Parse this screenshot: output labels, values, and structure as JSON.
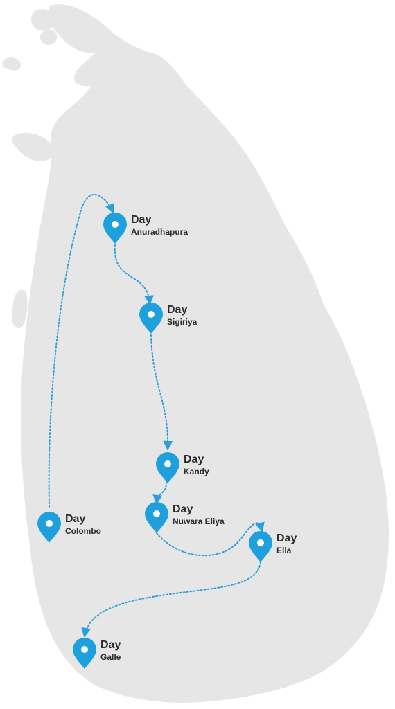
{
  "colors": {
    "land": "#e6e6e6",
    "route": "#2a9fd9",
    "pin": "#1ea0dc",
    "pin_hole": "#ffffff",
    "text": "#2b2b2b"
  },
  "icon": "map-pin-icon",
  "stops": [
    {
      "id": "anuradhapura",
      "day": "Day",
      "name": "Anuradhapura"
    },
    {
      "id": "sigiriya",
      "day": "Day",
      "name": "Sigiriya"
    },
    {
      "id": "kandy",
      "day": "Day",
      "name": "Kandy"
    },
    {
      "id": "nuwara-eliya",
      "day": "Day",
      "name": "Nuwara Eliya"
    },
    {
      "id": "colombo",
      "day": "Day",
      "name": "Colombo"
    },
    {
      "id": "ella",
      "day": "Day",
      "name": "Ella"
    },
    {
      "id": "galle",
      "day": "Day",
      "name": "Galle"
    }
  ]
}
